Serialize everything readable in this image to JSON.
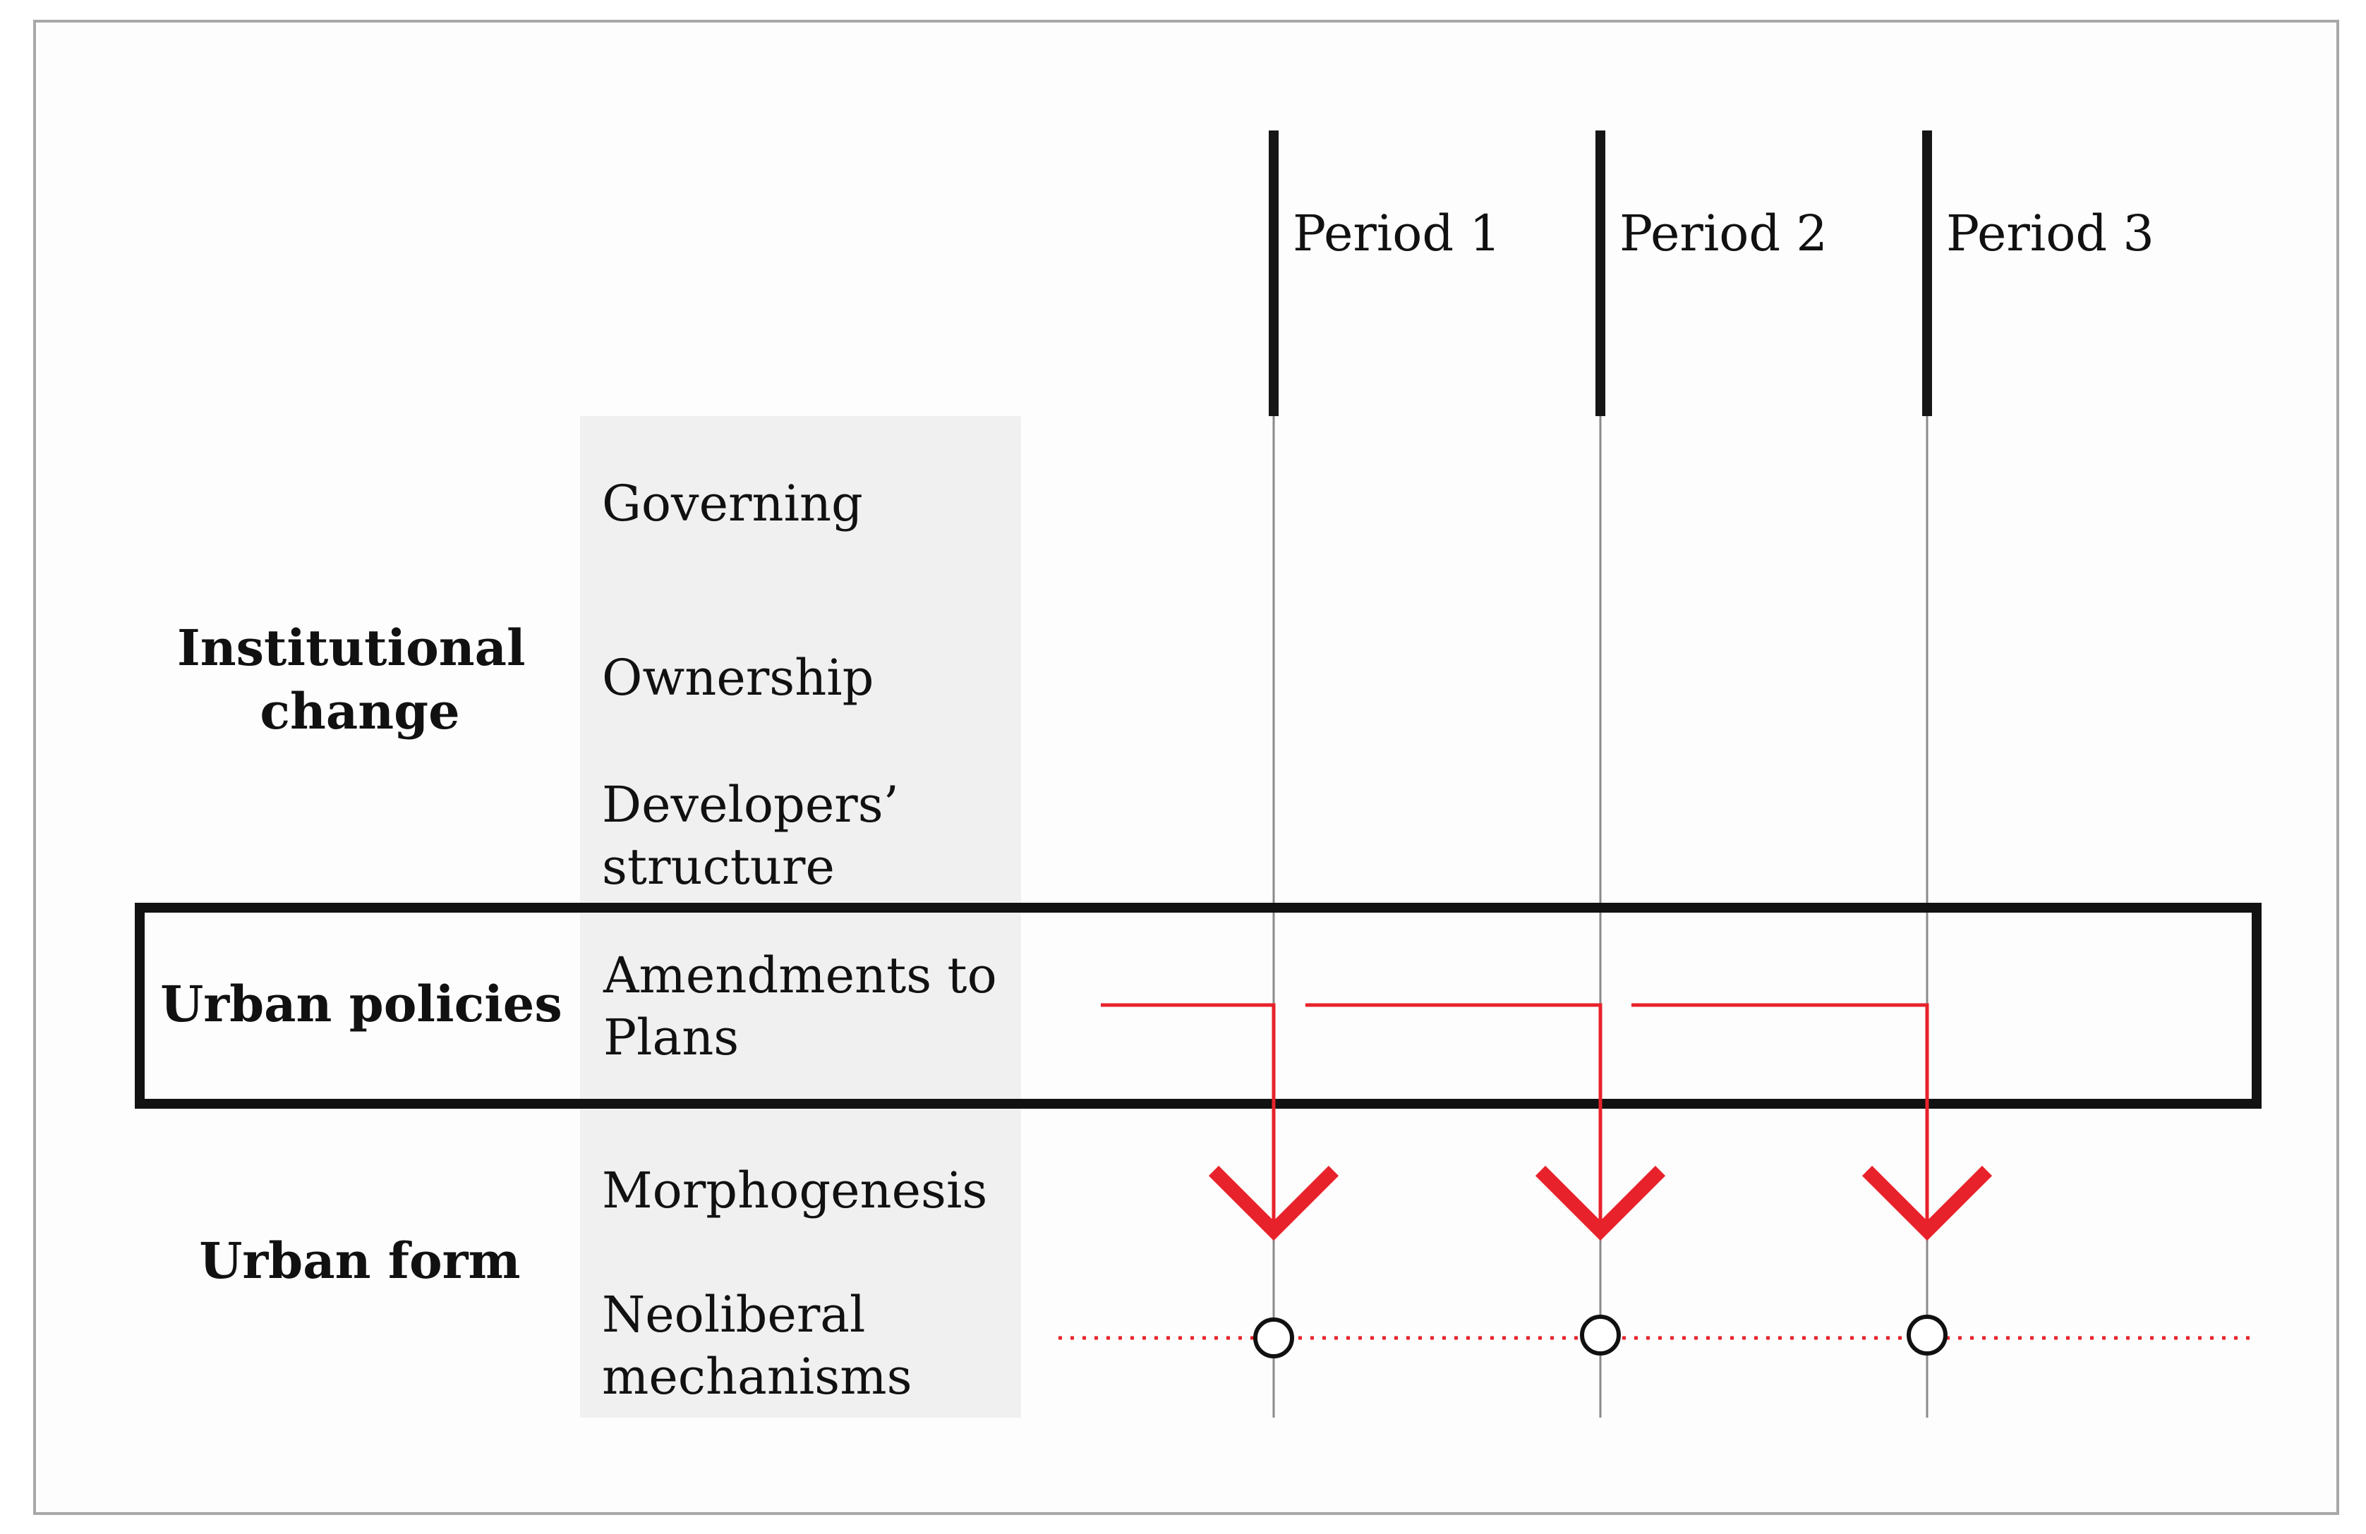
{
  "periods": [
    {
      "label": "Period 1"
    },
    {
      "label": "Period 2"
    },
    {
      "label": "Period 3"
    }
  ],
  "groups": {
    "institutional": {
      "line1": "Institutional",
      "line2": "change"
    },
    "policies": {
      "line1": "Urban policies"
    },
    "form": {
      "line1": "Urban form"
    }
  },
  "rows": {
    "governing": {
      "line1": "Governing"
    },
    "ownership": {
      "line1": "Ownership"
    },
    "developers": {
      "line1": "Developers’",
      "line2": "structure"
    },
    "amendments": {
      "line1": "Amendments to",
      "line2": "Plans"
    },
    "morphogenesis": {
      "line1": "Morphogenesis"
    },
    "neoliberal": {
      "line1": "Neoliberal",
      "line2": "mechanisms"
    }
  },
  "colors": {
    "accent": "#e8222b",
    "frame": "#a8a8a8",
    "label_panel": "#f0f0f0",
    "ink": "#111111"
  }
}
